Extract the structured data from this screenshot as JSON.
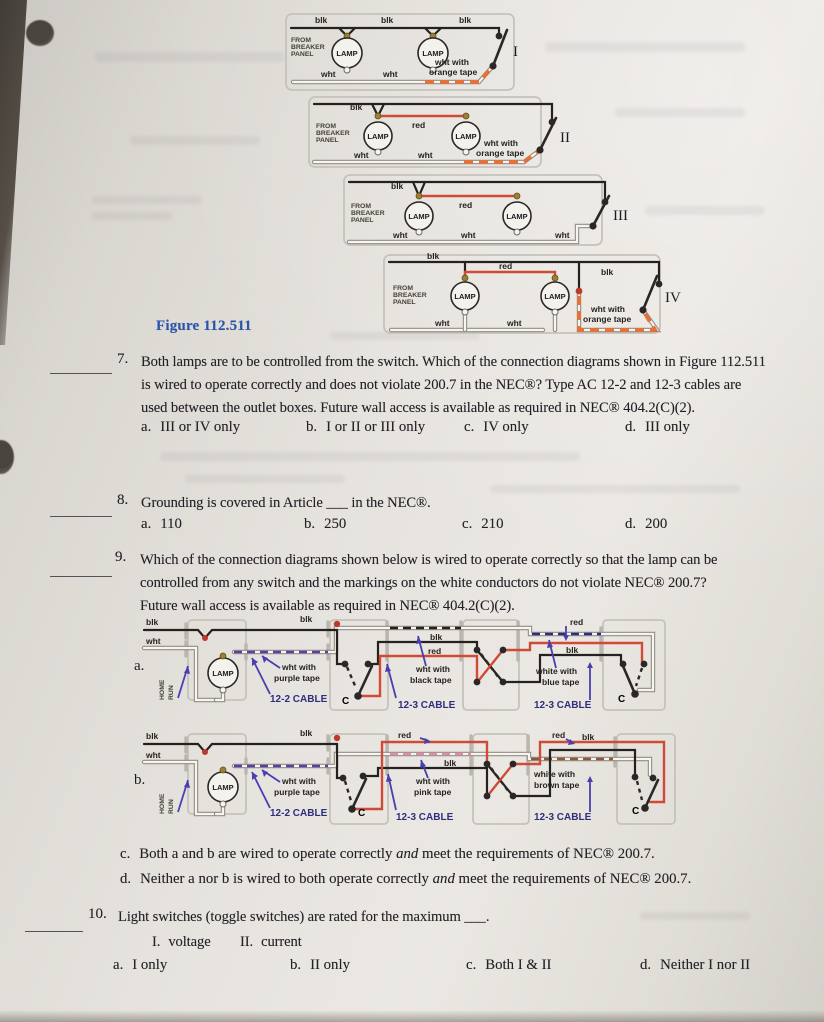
{
  "colors": {
    "caption_blue": "#2b55a8",
    "wire_red": "#cf4b38",
    "tape_orange": "#e2713b",
    "tape_purple": "#5b3fa3",
    "cable_navy": "#2e2e7e"
  },
  "figure": {
    "caption": "Figure 112.511",
    "d1": {
      "blk1": "blk",
      "blk2": "blk",
      "blk3": "blk",
      "from1": "FROM",
      "from2": "BREAKER",
      "from3": "PANEL",
      "lamp": "LAMP",
      "wht1": "wht",
      "wht2": "wht",
      "tape_l1": "wht with",
      "tape_l2": "orange tape",
      "sw": "I"
    },
    "d2": {
      "blk1": "blk",
      "red": "red",
      "from1": "FROM",
      "from2": "BREAKER",
      "from3": "PANEL",
      "lamp": "LAMP",
      "wht1": "wht",
      "wht2": "wht",
      "tape_l1": "wht with",
      "tape_l2": "orange tape",
      "sw": "II"
    },
    "d3": {
      "blk1": "blk",
      "red": "red",
      "from1": "FROM",
      "from2": "BREAKER",
      "from3": "PANEL",
      "lamp": "LAMP",
      "wht1": "wht",
      "wht2": "wht",
      "wht3": "wht",
      "sw": "III"
    },
    "d4": {
      "blk1": "blk",
      "red": "red",
      "blk2": "blk",
      "from1": "FROM",
      "from2": "BREAKER",
      "from3": "PANEL",
      "lamp": "LAMP",
      "wht1": "wht",
      "wht2": "wht",
      "tape_l1": "wht with",
      "tape_l2": "orange tape",
      "sw": "IV"
    }
  },
  "q7": {
    "number": "7.",
    "line1": "Both lamps are to be controlled from the switch. Which of the connection diagrams shown in Figure 112.511",
    "line2": "is wired to operate correctly and does not violate 200.7 in the NEC®? Type AC 12-2 and 12-3 cables are",
    "line3": "used between the outlet boxes. Future wall access is available as required in NEC® 404.2(C)(2).",
    "a": "a.",
    "a_text": "III or IV only",
    "b": "b.",
    "b_text": "I or II or III only",
    "c": "c.",
    "c_text": "IV only",
    "d": "d.",
    "d_text": "III only"
  },
  "q8": {
    "number": "8.",
    "line1": "Grounding is covered in Article ___ in the NEC®.",
    "a": "a.",
    "a_text": "110",
    "b": "b.",
    "b_text": "250",
    "c": "c.",
    "c_text": "210",
    "d": "d.",
    "d_text": "200"
  },
  "q9": {
    "number": "9.",
    "line1": "Which of the connection diagrams shown below is wired to operate correctly so that the lamp can be",
    "line2": "controlled from any switch and the markings on the white conductors do not violate NEC® 200.7?",
    "line3": "Future wall access is available as required in NEC® 404.2(C)(2).",
    "c": "c.",
    "c_pre": "Both a and b are wired to operate correctly ",
    "c_and": "and",
    "c_post": " meet the requirements of NEC® 200.7.",
    "d": "d.",
    "d_pre": "Neither a nor b is wired to both operate correctly ",
    "d_and": "and",
    "d_post": " meet the requirements of NEC® 200.7."
  },
  "q10": {
    "number": "10.",
    "line1": "Light switches (toggle switches) are rated for the maximum ___.",
    "r1": "I.",
    "r1_text": "voltage",
    "r2": "II.",
    "r2_text": "current",
    "a": "a.",
    "a_text": "I only",
    "b": "b.",
    "b_text": "II only",
    "c": "c.",
    "c_text": "Both I & II",
    "d": "d.",
    "d_text": "Neither I nor II"
  },
  "qa": {
    "label": "a.",
    "blk": "blk",
    "wht": "wht",
    "home1": "HOME",
    "home2": "RUN",
    "lamp": "LAMP",
    "tape1_l1": "wht with",
    "tape1_l2": "purple tape",
    "cable1": "12-2 CABLE",
    "blk_mid": "blk",
    "sw1": "C",
    "blk2": "blk",
    "red1": "red",
    "tape2_l1": "wht with",
    "tape2_l2": "black tape",
    "cable2": "12-3 CABLE",
    "red2": "red",
    "blk3": "blk",
    "tape3_l1": "white with",
    "tape3_l2": "blue tape",
    "cable3": "12-3 CABLE",
    "sw2": "C"
  },
  "qb": {
    "label": "b.",
    "blk": "blk",
    "wht": "wht",
    "home1": "HOME",
    "home2": "RUN",
    "lamp": "LAMP",
    "tape1_l1": "wht with",
    "tape1_l2": "purple tape",
    "cable1": "12-2 CABLE",
    "blk_mid": "blk",
    "sw1": "C",
    "red1": "red",
    "blk2": "blk",
    "tape2_l1": "wht with",
    "tape2_l2": "pink tape",
    "cable2": "12-3 CABLE",
    "red2": "red",
    "blk3": "blk",
    "tape3_l1": "white with",
    "tape3_l2": "brown tape",
    "cable3": "12-3 CABLE",
    "sw2": "C"
  }
}
